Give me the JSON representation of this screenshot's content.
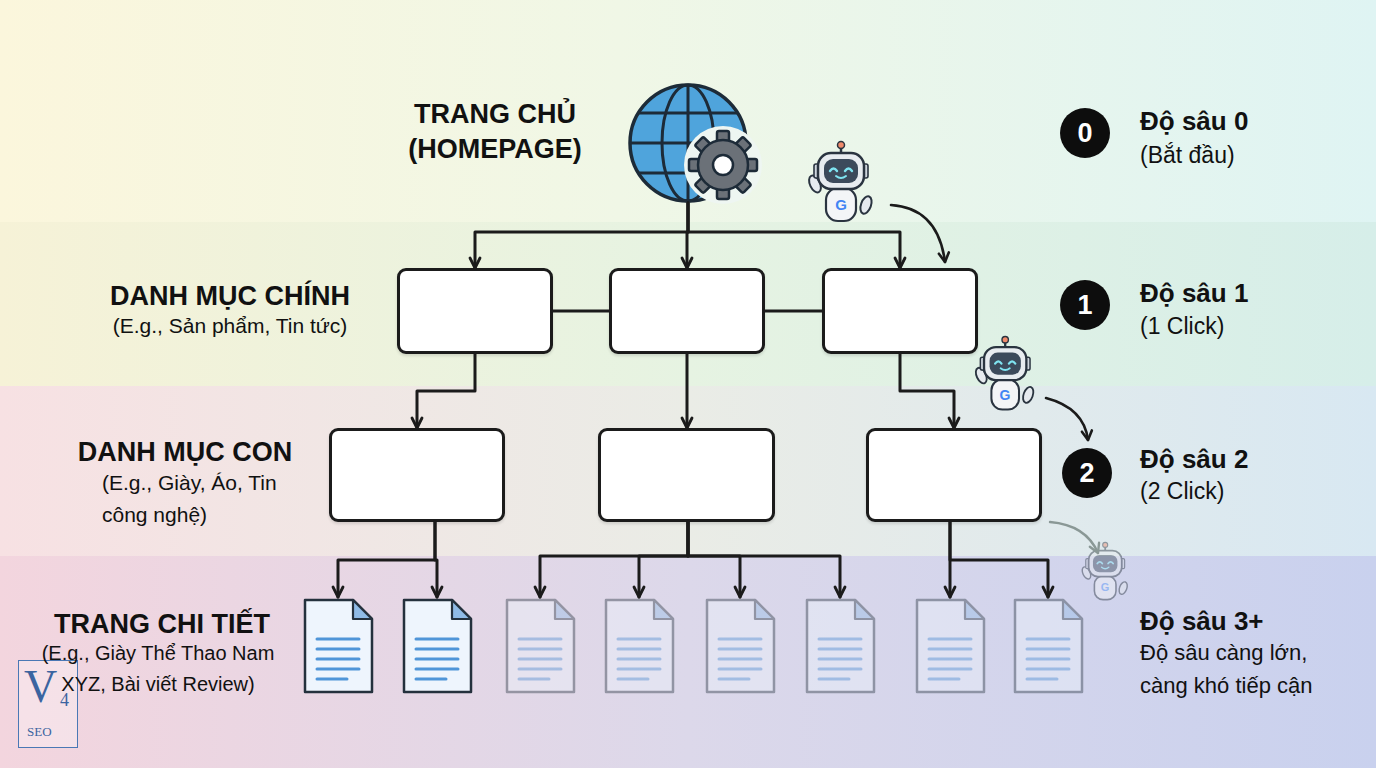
{
  "diagram": {
    "nodes": [
      {
        "text": [
          "TRANG CHỦ (HOMEPAGE)"
        ]
      },
      {
        "text": [
          "0"
        ]
      },
      {
        "text": []
      },
      {
        "text": []
      },
      {
        "text": []
      },
      {
        "text": [
          "1"
        ]
      },
      {
        "text": []
      },
      {
        "text": []
      },
      {
        "text": []
      },
      {
        "text": [
          "2"
        ]
      },
      {
        "text": []
      },
      {
        "text": []
      },
      {
        "text": []
      },
      {
        "text": []
      },
      {
        "text": []
      },
      {
        "text": []
      },
      {
        "text": []
      },
      {
        "text": []
      }
    ],
    "edges": [
      {
        "from": 0,
        "to": 2,
        "arrow": "to"
      },
      {
        "from": 0,
        "to": 3,
        "arrow": "to"
      },
      {
        "from": 0,
        "to": 4,
        "arrow": "to"
      },
      {
        "from": 2,
        "to": 3,
        "arrow": "none"
      },
      {
        "from": 3,
        "to": 4,
        "arrow": "none"
      },
      {
        "from": 2,
        "to": 6,
        "arrow": "to"
      },
      {
        "from": 3,
        "to": 7,
        "arrow": "to"
      },
      {
        "from": 4,
        "to": 8,
        "arrow": "to"
      },
      {
        "from": 6,
        "to": 10,
        "arrow": "to"
      },
      {
        "from": 6,
        "to": 11,
        "arrow": "to"
      },
      {
        "from": 7,
        "to": 12,
        "arrow": "to"
      },
      {
        "from": 7,
        "to": 13,
        "arrow": "to"
      },
      {
        "from": 7,
        "to": 14,
        "arrow": "to"
      },
      {
        "from": 7,
        "to": 15,
        "arrow": "to"
      },
      {
        "from": 8,
        "to": 16,
        "arrow": "to"
      },
      {
        "from": 8,
        "to": 17,
        "arrow": "to"
      }
    ],
    "labels": [
      "Độ sâu 0",
      "(Bắt đầu)",
      "G",
      "DANH MỤC CHÍNH",
      "(E.g., Sản phẩm, Tin tức)",
      "Độ sâu 1",
      "(1 Click)",
      "G",
      "DANH MỤC CON",
      "(E.g., Giày, Áo, Tin công nghệ)",
      "Độ sâu 2",
      "(2 Click)",
      "G",
      "TRANG CHI TIẾT",
      "(E.g., Giày Thể Thao Nam XYZ, Bài viết Review)",
      "Độ sâu 3+",
      "Độ sâu càng lớn, càng khó tiếp cận",
      "V",
      "4",
      "SEO"
    ]
  }
}
